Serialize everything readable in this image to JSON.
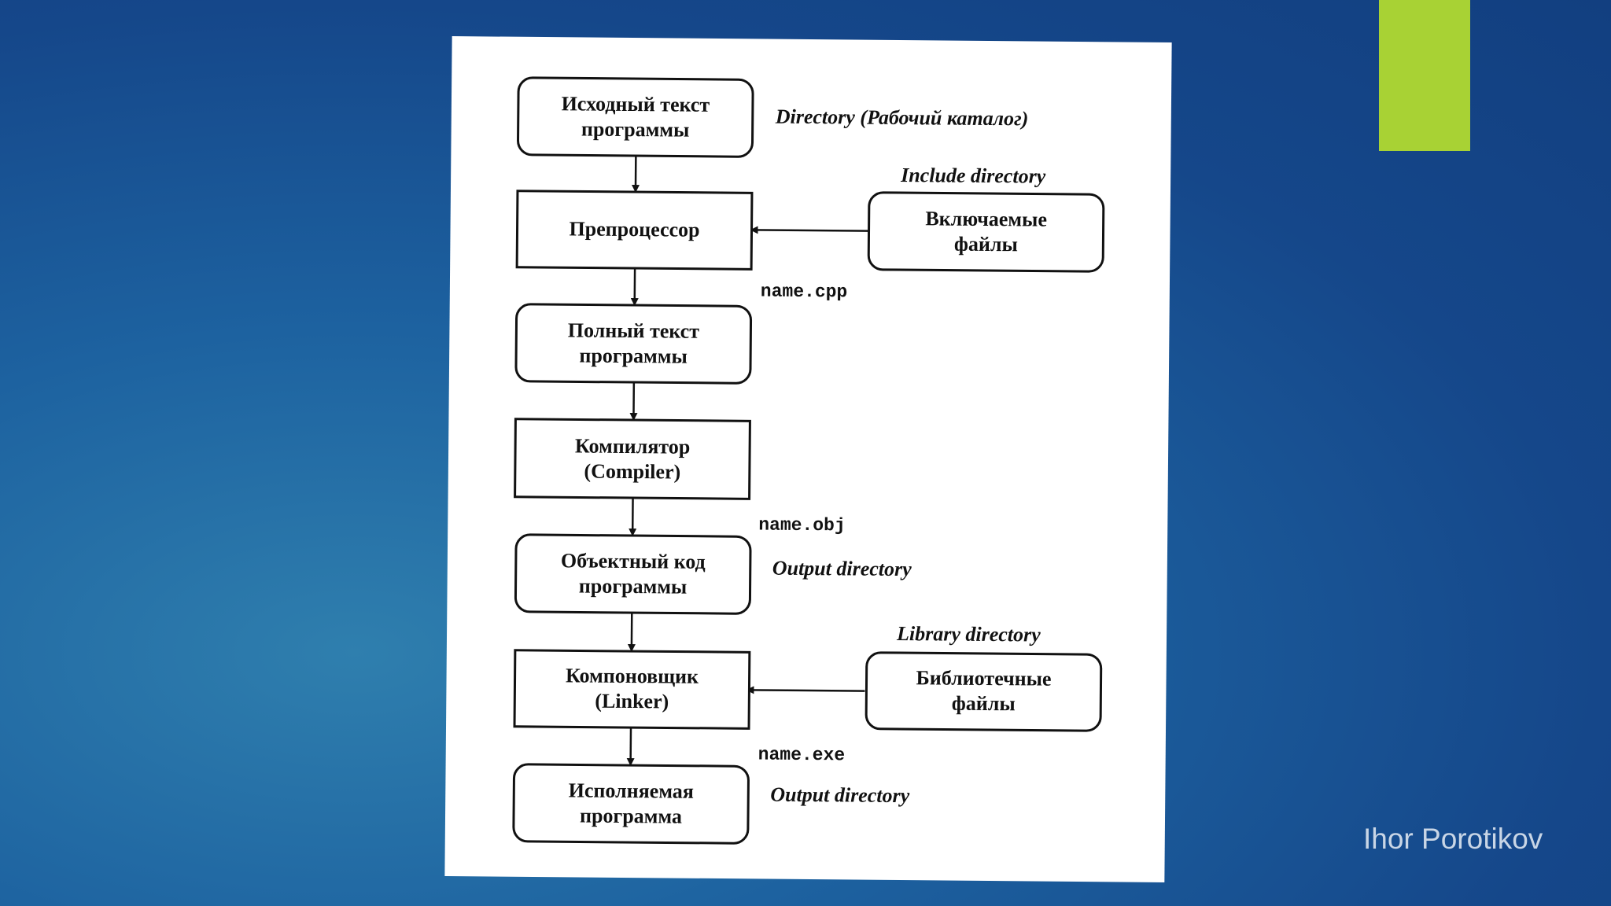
{
  "slide": {
    "author": "Ihor Porotikov",
    "accent_color": "#a8d234"
  },
  "diagram": {
    "nodes": [
      {
        "id": "source",
        "lines": [
          "Исходный текст",
          "программы"
        ],
        "shape": "rounded"
      },
      {
        "id": "preprocessor",
        "lines": [
          "Препроцессор"
        ],
        "shape": "rect"
      },
      {
        "id": "include_files",
        "lines": [
          "Включаемые",
          "файлы"
        ],
        "shape": "rounded"
      },
      {
        "id": "full_text",
        "lines": [
          "Полный текст",
          "программы"
        ],
        "shape": "rounded"
      },
      {
        "id": "compiler",
        "lines": [
          "Компилятор",
          "(Compiler)"
        ],
        "shape": "rect"
      },
      {
        "id": "object_code",
        "lines": [
          "Объектный код",
          "программы"
        ],
        "shape": "rounded"
      },
      {
        "id": "linker",
        "lines": [
          "Компоновщик",
          "(Linker)"
        ],
        "shape": "rect"
      },
      {
        "id": "library_files",
        "lines": [
          "Библиотечные",
          "файлы"
        ],
        "shape": "rounded"
      },
      {
        "id": "executable",
        "lines": [
          "Исполняемая",
          "программа"
        ],
        "shape": "rounded"
      }
    ],
    "edges": [
      {
        "from": "source",
        "to": "preprocessor"
      },
      {
        "from": "include_files",
        "to": "preprocessor"
      },
      {
        "from": "preprocessor",
        "to": "full_text"
      },
      {
        "from": "full_text",
        "to": "compiler"
      },
      {
        "from": "compiler",
        "to": "object_code"
      },
      {
        "from": "object_code",
        "to": "linker"
      },
      {
        "from": "library_files",
        "to": "linker"
      },
      {
        "from": "linker",
        "to": "executable"
      }
    ],
    "labels": {
      "directory": "Directory (Рабочий каталог)",
      "include_directory": "Include directory",
      "name_cpp": "name.cpp",
      "name_obj": "name.obj",
      "output_directory_1": "Output directory",
      "library_directory": "Library directory",
      "name_exe": "name.exe",
      "output_directory_2": "Output directory"
    }
  }
}
